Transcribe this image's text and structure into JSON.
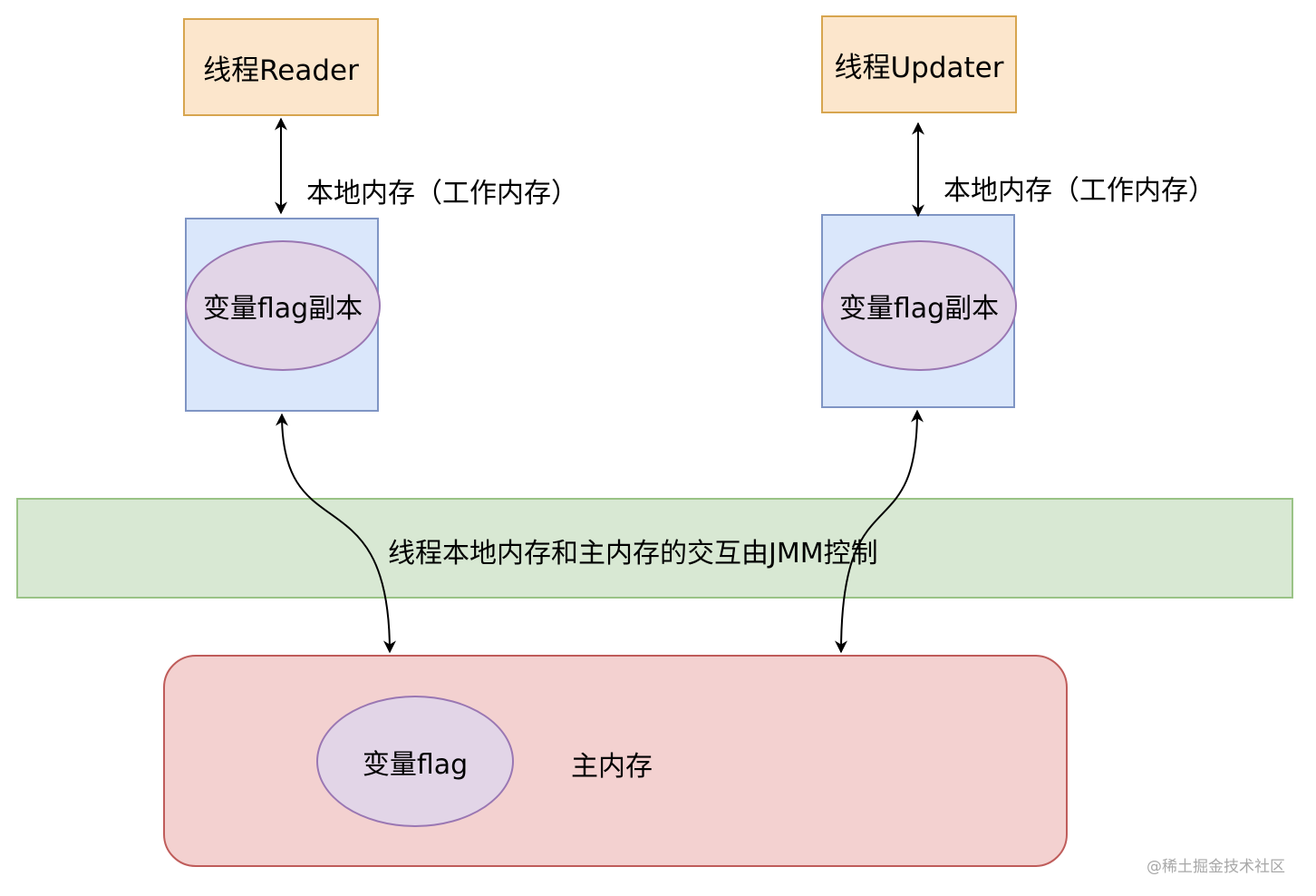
{
  "thread_reader": {
    "label": "线程Reader"
  },
  "thread_updater": {
    "label": "线程Updater"
  },
  "local_memory_label": "本地内存（工作内存）",
  "copy_label": "变量flag副本",
  "jmm_band": {
    "label": "线程本地内存和主内存的交互由JMM控制"
  },
  "main_memory": {
    "var_label": "变量flag",
    "label": "主内存"
  },
  "watermark": "@稀土掘金技术社区",
  "colors": {
    "thread_fill": "#fce6cc",
    "thread_stroke": "#d7a54f",
    "local_fill": "#dae7fb",
    "local_stroke": "#7f95c4",
    "var_fill": "#e2d5e7",
    "var_stroke": "#9a77b3",
    "band_fill": "#d8e8d3",
    "band_stroke": "#9ac386",
    "main_fill": "#f3d1d0",
    "main_stroke": "#bf5c5a"
  }
}
